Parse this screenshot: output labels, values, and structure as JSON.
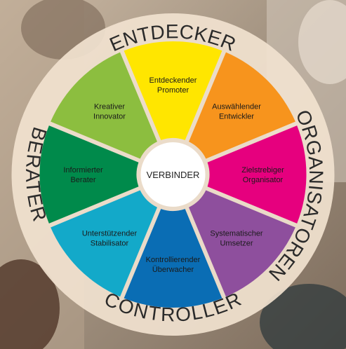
{
  "outer_labels": {
    "top": "ENTDECKER",
    "right": "ORGANISATOREN",
    "bottom": "CONTROLLER",
    "left": "BERATER"
  },
  "center_label": "VERBINDER",
  "segments": [
    {
      "id": "entdeckender-promoter",
      "lines": [
        "Entdeckender",
        "Promoter"
      ],
      "color": "#ffe600"
    },
    {
      "id": "auswaehlender-entwickler",
      "lines": [
        "Auswählender",
        "Entwickler"
      ],
      "color": "#f7941d"
    },
    {
      "id": "zielstrebiger-organisator",
      "lines": [
        "Zielstrebiger",
        "Organisator"
      ],
      "color": "#e6007e"
    },
    {
      "id": "systematischer-umsetzer",
      "lines": [
        "Systematischer",
        "Umsetzer"
      ],
      "color": "#8e4f9d"
    },
    {
      "id": "kontrollierender-ueberwacher",
      "lines": [
        "Kontrollierender",
        "Überwacher"
      ],
      "color": "#0a6db4"
    },
    {
      "id": "unterstuetzender-stabilisator",
      "lines": [
        "Unterstützender",
        "Stabilisator"
      ],
      "color": "#13a9c9"
    },
    {
      "id": "informierter-berater",
      "lines": [
        "Informierter",
        "Berater"
      ],
      "color": "#008a4b"
    },
    {
      "id": "kreativer-innovator",
      "lines": [
        "Kreativer",
        "Innovator"
      ],
      "color": "#8cbe3f"
    }
  ],
  "colors": {
    "ring": "#f1e2cf",
    "divider": "#ffffff",
    "hub": "#ffffff",
    "outer_text": "#2a2a2a"
  }
}
